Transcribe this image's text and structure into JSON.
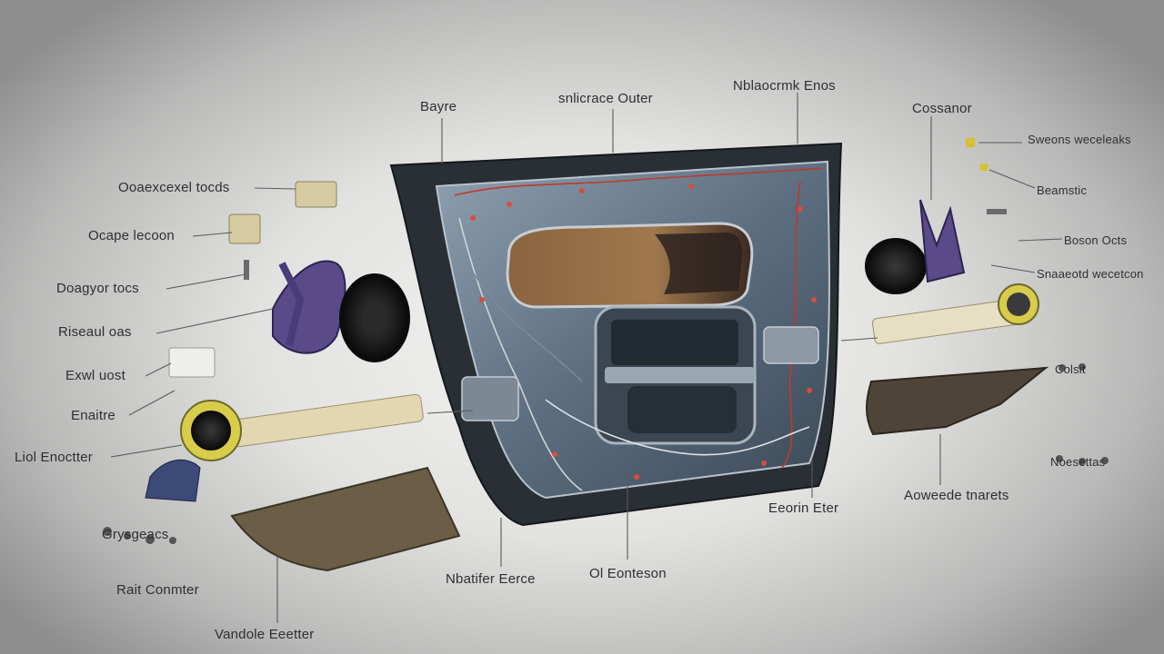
{
  "diagram": {
    "labels": {
      "top_1": "Bayre",
      "top_2": "snlicrace Outer",
      "top_3": "Nblaocrmk Enos",
      "top_4": "Cossanor",
      "left_1": "Ooaexcexel tocds",
      "left_2": "Ocape lecoon",
      "left_3": "Doagyor tocs",
      "left_4": "Riseaul oas",
      "left_5": "Exwl uost",
      "left_6": "Enaitre",
      "left_7": "Liol Enoctter",
      "left_8": "Grysgeacs",
      "bottom_1": "Rait Conmter",
      "bottom_2": "Vandole Eeetter",
      "bottom_3": "Nbatifer Eerce",
      "bottom_4": "Ol Eonteson",
      "bottom_5": "Eeorin Eter",
      "right_1": "Sweons weceleaks",
      "right_2": "Beamstic",
      "right_3": "Boson Octs",
      "right_4": "Snaaeotd wecetcon",
      "right_5": "Aoweede tnarets",
      "right_6": "Colsit",
      "right_7": "Noesettas"
    }
  }
}
